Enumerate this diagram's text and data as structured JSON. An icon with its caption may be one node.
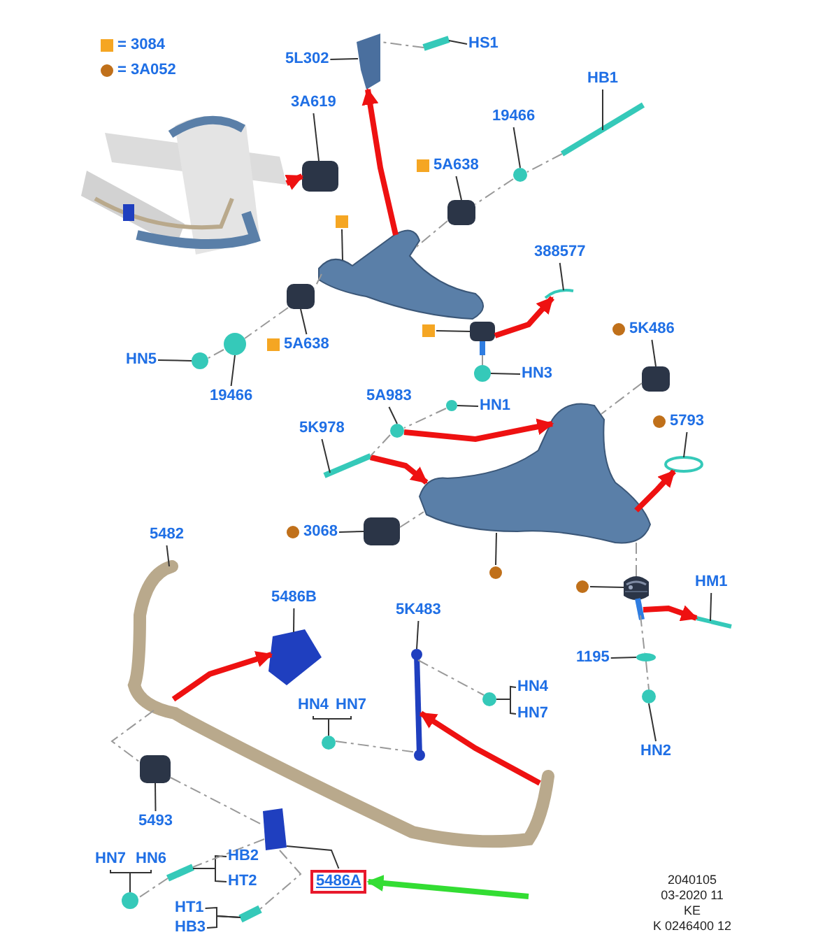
{
  "diagram": {
    "nodes": [
      {
        "text": [
          "5L302"
        ]
      },
      {
        "text": [
          "HS1"
        ]
      },
      {
        "text": [
          "3A619"
        ]
      },
      {
        "text": [
          "19466"
        ]
      },
      {
        "text": [
          "HB1"
        ]
      },
      {
        "text": [
          "5A638"
        ]
      },
      {
        "text": [],
        "shape": "box"
      },
      {
        "text": [
          "388577"
        ]
      },
      {
        "text": [
          "5A638"
        ]
      },
      {
        "text": [
          "HN5"
        ]
      },
      {
        "text": [
          "19466"
        ]
      },
      {
        "text": [],
        "shape": "box"
      },
      {
        "text": [
          "HN3"
        ]
      },
      {
        "text": [
          "5K486"
        ]
      },
      {
        "text": [
          "HN1"
        ]
      },
      {
        "text": [
          "5A983"
        ]
      },
      {
        "text": [
          "5K978"
        ]
      },
      {
        "text": [
          "5793"
        ]
      },
      {
        "text": [
          "3068"
        ]
      },
      {
        "text": [],
        "shape": "circle"
      },
      {
        "text": [
          "5482"
        ]
      },
      {
        "text": [
          "5486B"
        ]
      },
      {
        "text": [
          "5K483"
        ]
      },
      {
        "text": [],
        "shape": "circle"
      },
      {
        "text": [
          "HM1"
        ]
      },
      {
        "text": [
          "1195"
        ]
      },
      {
        "text": [
          "HN4"
        ]
      },
      {
        "text": [
          "HN7"
        ]
      },
      {
        "text": [
          "HN2"
        ]
      },
      {
        "text": [
          "HN4"
        ]
      },
      {
        "text": [
          "HN7"
        ]
      },
      {
        "text": [
          "5493"
        ]
      },
      {
        "text": [
          "HN7"
        ]
      },
      {
        "text": [
          "HN6"
        ]
      },
      {
        "text": [
          "HB2"
        ]
      },
      {
        "text": [
          "HT2"
        ]
      },
      {
        "text": [
          "5486A"
        ]
      },
      {
        "text": [
          "HT1"
        ]
      },
      {
        "text": [
          "HB3"
        ]
      },
      {
        "text": [],
        "shape": "picture"
      },
      {
        "text": [],
        "shape": "picture"
      },
      {
        "text": [],
        "shape": "picture"
      },
      {
        "text": [],
        "shape": "box"
      },
      {
        "text": [],
        "shape": "circle"
      },
      {
        "text": [],
        "shape": "picture"
      },
      {
        "text": [],
        "shape": "box"
      },
      {
        "text": [],
        "shape": "picture"
      },
      {
        "text": [],
        "shape": "box"
      },
      {
        "text": [],
        "shape": "picture"
      },
      {
        "text": [],
        "shape": "circle"
      },
      {
        "text": [],
        "shape": "circle"
      },
      {
        "text": [],
        "shape": "picture"
      },
      {
        "text": [],
        "shape": "circle"
      },
      {
        "text": [],
        "shape": "box"
      },
      {
        "text": [],
        "shape": "circle"
      },
      {
        "text": [],
        "shape": "circle"
      },
      {
        "text": [],
        "shape": "picture"
      },
      {
        "text": [],
        "shape": "circle"
      },
      {
        "text": [],
        "shape": "box"
      },
      {
        "text": [],
        "shape": "picture"
      },
      {
        "text": [],
        "shape": "picture"
      },
      {
        "text": [],
        "shape": "picture"
      },
      {
        "text": [],
        "shape": "picture"
      },
      {
        "text": [],
        "shape": "picture"
      },
      {
        "text": [],
        "shape": "picture"
      },
      {
        "text": [],
        "shape": "circle"
      },
      {
        "text": [],
        "shape": "circle"
      },
      {
        "text": [],
        "shape": "circle"
      },
      {
        "text": [],
        "shape": "circle"
      },
      {
        "text": [],
        "shape": "box"
      },
      {
        "text": [],
        "shape": "circle"
      },
      {
        "text": [],
        "shape": "picture"
      },
      {
        "text": [],
        "shape": "picture"
      },
      {
        "text": [],
        "shape": "picture"
      }
    ],
    "edges": [
      {
        "from": 0,
        "to": 39,
        "arrow": "none"
      },
      {
        "from": 1,
        "to": 40,
        "arrow": "none"
      },
      {
        "from": 2,
        "to": 42,
        "arrow": "none"
      },
      {
        "from": 3,
        "to": 43,
        "arrow": "none"
      },
      {
        "from": 4,
        "to": 44,
        "arrow": "none"
      },
      {
        "from": 5,
        "to": 45,
        "arrow": "none"
      },
      {
        "from": 6,
        "to": 46,
        "arrow": "none"
      },
      {
        "from": 7,
        "to": 48,
        "arrow": "none"
      },
      {
        "from": 8,
        "to": 47,
        "arrow": "none"
      },
      {
        "from": 9,
        "to": 49,
        "arrow": "none"
      },
      {
        "from": 10,
        "to": 50,
        "arrow": "none"
      },
      {
        "from": 11,
        "to": 51,
        "arrow": "none"
      },
      {
        "from": 12,
        "to": 52,
        "arrow": "none"
      },
      {
        "from": 13,
        "to": 53,
        "arrow": "none"
      },
      {
        "from": 14,
        "to": 54,
        "arrow": "none"
      },
      {
        "from": 15,
        "to": 55,
        "arrow": "none"
      },
      {
        "from": 16,
        "to": 56,
        "arrow": "none"
      },
      {
        "from": 17,
        "to": 57,
        "arrow": "none"
      },
      {
        "from": 18,
        "to": 58,
        "arrow": "none"
      },
      {
        "from": 19,
        "to": 59,
        "arrow": "none"
      },
      {
        "from": 20,
        "to": 60,
        "arrow": "none"
      },
      {
        "from": 21,
        "to": 61,
        "arrow": "none"
      },
      {
        "from": 22,
        "to": 62,
        "arrow": "none"
      },
      {
        "from": 23,
        "to": 63,
        "arrow": "none"
      },
      {
        "from": 24,
        "to": 64,
        "arrow": "none"
      },
      {
        "from": 25,
        "to": 65,
        "arrow": "none"
      },
      {
        "from": 26,
        "to": 66,
        "arrow": "none"
      },
      {
        "from": 27,
        "to": 66,
        "arrow": "none"
      },
      {
        "from": 28,
        "to": 67,
        "arrow": "none"
      },
      {
        "from": 29,
        "to": 68,
        "arrow": "none"
      },
      {
        "from": 30,
        "to": 68,
        "arrow": "none"
      },
      {
        "from": 31,
        "to": 69,
        "arrow": "none"
      },
      {
        "from": 32,
        "to": 70,
        "arrow": "none"
      },
      {
        "from": 33,
        "to": 70,
        "arrow": "none"
      },
      {
        "from": 34,
        "to": 71,
        "arrow": "none"
      },
      {
        "from": 35,
        "to": 71,
        "arrow": "none"
      },
      {
        "from": 36,
        "to": 72,
        "arrow": "none"
      },
      {
        "from": 37,
        "to": 73,
        "arrow": "none"
      },
      {
        "from": 38,
        "to": 73,
        "arrow": "none"
      },
      {
        "from": null,
        "to": 36,
        "arrow": "to",
        "style": "thick",
        "color": "#33dd33"
      },
      {
        "from": 41,
        "to": 42,
        "arrow": "to",
        "style": "thick",
        "color": "#ee1111"
      },
      {
        "from": 46,
        "to": 39,
        "arrow": "to",
        "style": "thick",
        "color": "#ee1111"
      },
      {
        "from": 51,
        "to": 48,
        "arrow": "to",
        "style": "thick",
        "color": "#ee1111"
      },
      {
        "from": 55,
        "to": 59,
        "arrow": "to",
        "style": "thick",
        "color": "#ee1111"
      },
      {
        "from": 56,
        "to": 59,
        "arrow": "to",
        "style": "thick",
        "color": "#ee1111"
      },
      {
        "from": 59,
        "to": 57,
        "arrow": "to",
        "style": "thick",
        "color": "#ee1111"
      },
      {
        "from": 63,
        "to": 64,
        "arrow": "to",
        "style": "thick",
        "color": "#ee1111"
      },
      {
        "from": 60,
        "to": 61,
        "arrow": "to",
        "style": "thick",
        "color": "#ee1111"
      },
      {
        "from": null,
        "to": 62,
        "arrow": "to",
        "style": "thick",
        "color": "#ee1111"
      },
      {
        "from": 44,
        "to": 43,
        "arrow": "none",
        "style": "dashed",
        "color": "#999999"
      },
      {
        "from": 43,
        "to": 45,
        "arrow": "none",
        "style": "dashed",
        "color": "#999999"
      },
      {
        "from": 45,
        "to": 46,
        "arrow": "none",
        "style": "dashed",
        "color": "#999999"
      },
      {
        "from": 46,
        "to": 47,
        "arrow": "none",
        "style": "dashed",
        "color": "#999999"
      },
      {
        "from": 47,
        "to": 50,
        "arrow": "none",
        "style": "dashed",
        "color": "#999999"
      },
      {
        "from": 50,
        "to": 49,
        "arrow": "none",
        "style": "dashed",
        "color": "#999999"
      },
      {
        "from": 40,
        "to": 39,
        "arrow": "none",
        "style": "dashed",
        "color": "#999999"
      },
      {
        "from": 51,
        "to": 52,
        "arrow": "none",
        "style": "dashed",
        "color": "#999999"
      },
      {
        "from": 53,
        "to": 59,
        "arrow": "none",
        "style": "dashed",
        "color": "#999999"
      },
      {
        "from": 54,
        "to": 55,
        "arrow": "none",
        "style": "dashed",
        "color": "#999999"
      },
      {
        "from": 55,
        "to": 56,
        "arrow": "none",
        "style": "dashed",
        "color": "#999999"
      },
      {
        "from": 58,
        "to": 59,
        "arrow": "none",
        "style": "dashed",
        "color": "#999999"
      },
      {
        "from": 59,
        "to": 63,
        "arrow": "none",
        "style": "dashed",
        "color": "#999999"
      },
      {
        "from": 63,
        "to": 65,
        "arrow": "none",
        "style": "dashed",
        "color": "#999999"
      },
      {
        "from": 65,
        "to": 67,
        "arrow": "none",
        "style": "dashed",
        "color": "#999999"
      },
      {
        "from": 62,
        "to": 66,
        "arrow": "none",
        "style": "dashed",
        "color": "#999999"
      },
      {
        "from": 68,
        "to": 62,
        "arrow": "none",
        "style": "dashed",
        "color": "#999999"
      },
      {
        "from": 60,
        "to": 69,
        "arrow": "none",
        "style": "dashed",
        "color": "#999999"
      },
      {
        "from": 69,
        "to": 72,
        "arrow": "none",
        "style": "dashed",
        "color": "#999999"
      },
      {
        "from": 72,
        "to": 71,
        "arrow": "none",
        "style": "dashed",
        "color": "#999999"
      },
      {
        "from": 71,
        "to": 70,
        "arrow": "none",
        "style": "dashed",
        "color": "#999999"
      },
      {
        "from": 72,
        "to": 73,
        "arrow": "none",
        "style": "dashed",
        "color": "#999999"
      }
    ],
    "labels": [
      "2040105",
      "03-2020 11",
      "KE",
      "K 0246400 12"
    ],
    "legend": [
      {
        "text": "= 3084"
      },
      {
        "text": "= 3A052"
      }
    ]
  }
}
